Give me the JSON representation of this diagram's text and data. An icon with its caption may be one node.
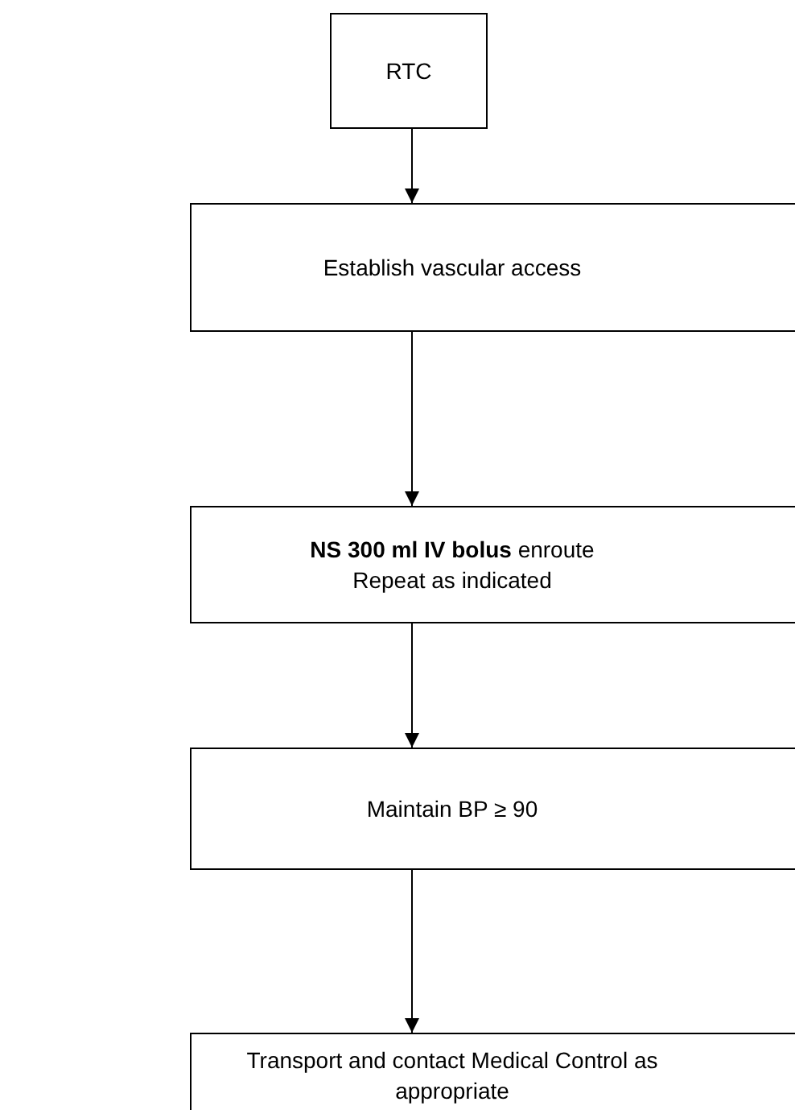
{
  "diagram": {
    "nodes": [
      {
        "text": [
          "RTC"
        ]
      },
      {
        "text": [
          "Establish vascular access"
        ]
      },
      {
        "text": [
          "**NS 300 ml IV bolus** enroute",
          "Repeat as indicated"
        ]
      },
      {
        "text": [
          "Maintain BP ≥ 90"
        ]
      },
      {
        "text": [
          "Transport and contact Medical Control as appropriate"
        ]
      }
    ],
    "edges": [
      {
        "from": 0,
        "to": 1,
        "arrow": "to"
      },
      {
        "from": 1,
        "to": 2,
        "arrow": "to"
      },
      {
        "from": 2,
        "to": 3,
        "arrow": "to"
      },
      {
        "from": 3,
        "to": 4,
        "arrow": "to"
      }
    ]
  }
}
